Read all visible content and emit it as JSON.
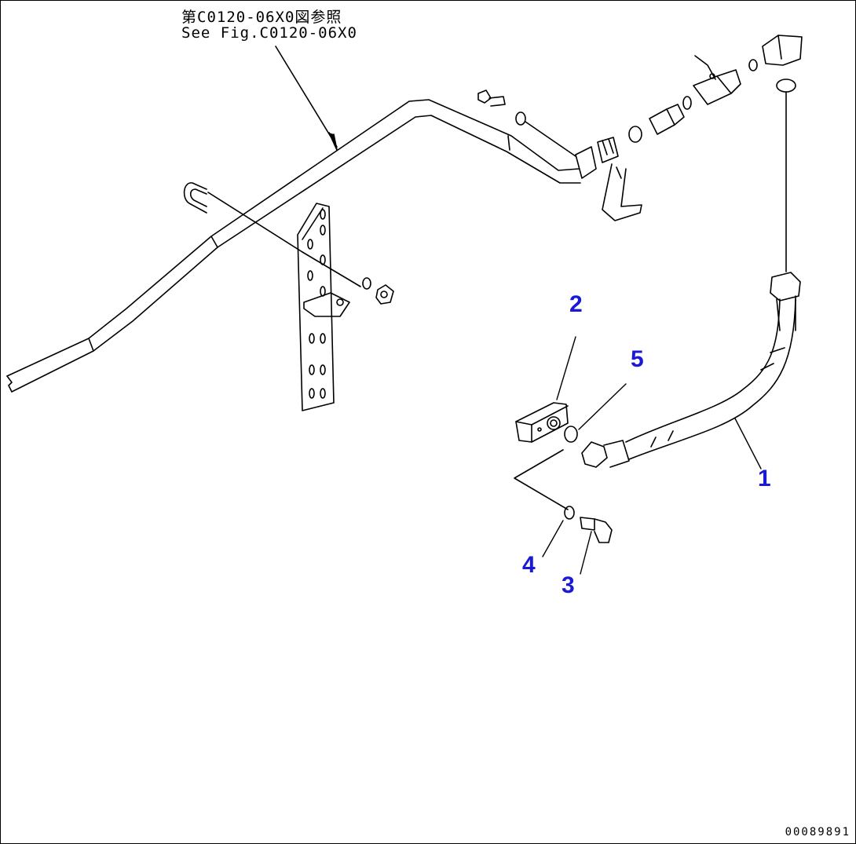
{
  "reference_note": {
    "japanese": "第C0120-06X0図参照",
    "english": "See Fig.C0120-06X0"
  },
  "callouts": [
    {
      "id": "1",
      "label": "1"
    },
    {
      "id": "2",
      "label": "2"
    },
    {
      "id": "3",
      "label": "3"
    },
    {
      "id": "4",
      "label": "4"
    },
    {
      "id": "5",
      "label": "5"
    }
  ],
  "drawing_number": "00089891",
  "colors": {
    "line": "#000000",
    "callout": "#1a1ad6",
    "background": "#ffffff"
  }
}
